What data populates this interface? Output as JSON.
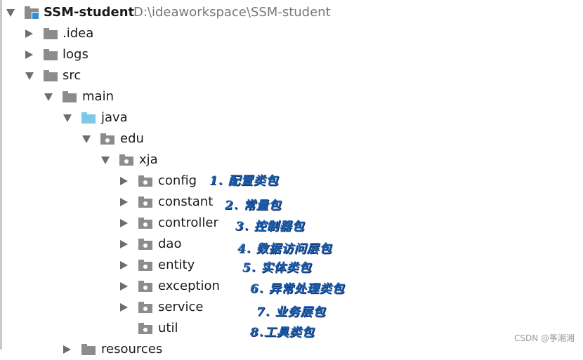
{
  "tree": {
    "root": {
      "name": "SSM-student",
      "path": "D:\\ideaworkspace\\SSM-student"
    },
    "idea": ".idea",
    "logs": "logs",
    "src": "src",
    "main": "main",
    "java": "java",
    "edu": "edu",
    "xja": "xja",
    "packages": [
      {
        "name": "config",
        "note": "1. 配置类包"
      },
      {
        "name": "constant",
        "note": "2. 常量包"
      },
      {
        "name": "controller",
        "note": "3. 控制器包"
      },
      {
        "name": "dao",
        "note": "4. 数据访问层包"
      },
      {
        "name": "entity",
        "note": "5. 实体类包"
      },
      {
        "name": "exception",
        "note": "6. 异常处理类包"
      },
      {
        "name": "service",
        "note": "7. 业务层包"
      },
      {
        "name": "util",
        "note": "8.工具类包"
      }
    ],
    "resources": "resources"
  },
  "watermark": "CSDN @筝湘湘",
  "colors": {
    "folder_grey": "#8c8c8c",
    "source_root_blue": "#7cc8e9",
    "arrow": "#6d6d6d",
    "annotation": "#1f5fae"
  },
  "icons": {
    "collapsed": "chevron-right-icon",
    "expanded": "chevron-down-icon",
    "folder": "folder-icon",
    "package": "package-icon",
    "module": "module-icon"
  }
}
